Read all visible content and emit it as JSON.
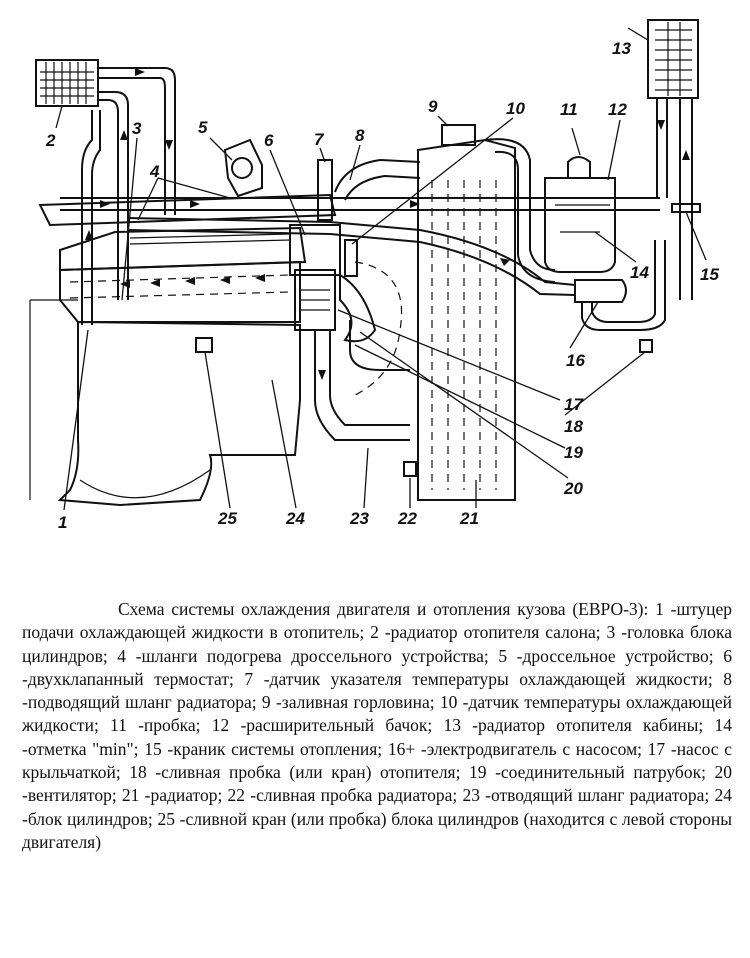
{
  "callouts": [
    {
      "id": "c1",
      "text": "1"
    },
    {
      "id": "c2",
      "text": "2"
    },
    {
      "id": "c3",
      "text": "3"
    },
    {
      "id": "c4",
      "text": "4"
    },
    {
      "id": "c5",
      "text": "5"
    },
    {
      "id": "c6",
      "text": "6"
    },
    {
      "id": "c7",
      "text": "7"
    },
    {
      "id": "c8",
      "text": "8"
    },
    {
      "id": "c9",
      "text": "9"
    },
    {
      "id": "c10",
      "text": "10"
    },
    {
      "id": "c11",
      "text": "11"
    },
    {
      "id": "c12",
      "text": "12"
    },
    {
      "id": "c13",
      "text": "13"
    },
    {
      "id": "c14",
      "text": "14"
    },
    {
      "id": "c15",
      "text": "15"
    },
    {
      "id": "c16",
      "text": "16"
    },
    {
      "id": "c17",
      "text": "17"
    },
    {
      "id": "c18",
      "text": "18"
    },
    {
      "id": "c19",
      "text": "19"
    },
    {
      "id": "c20",
      "text": "20"
    },
    {
      "id": "c21",
      "text": "21"
    },
    {
      "id": "c22",
      "text": "22"
    },
    {
      "id": "c23",
      "text": "23"
    },
    {
      "id": "c24",
      "text": "24"
    },
    {
      "id": "c25",
      "text": "25"
    }
  ],
  "caption": "Схема системы охлаждения двигателя и отопления кузова (ЕВРО-3): 1 -штуцер подачи охлаждающей жидкости в отопитель; 2 -радиатор отопителя салона; 3 -головка блока цилиндров; 4 -шланги подогрева дроссельного устройства; 5 -дроссельное устройство; 6 -двухклапанный термостат; 7 -датчик указателя температуры охлаждающей жидкости; 8 -подводящий шланг радиатора; 9 -заливная горловина; 10 -датчик температуры охлаждающей жидкости; 11 -пробка; 12 -расширительный бачок; 13 -радиатор отопителя кабины; 14 -отметка \"min\"; 15 -краник системы отопления; 16+ -электродвигатель с насосом; 17 -насос с крыльчаткой; 18 -сливная пробка (или кран) отопителя; 19 -соединительный патрубок; 20 -вентилятор; 21 -радиатор; 22 -сливная пробка радиатора; 23 -отводящий шланг радиатора; 24 -блок цилиндров; 25 -сливной кран (или пробка) блока цилиндров (находится с левой стороны двигателя)"
}
